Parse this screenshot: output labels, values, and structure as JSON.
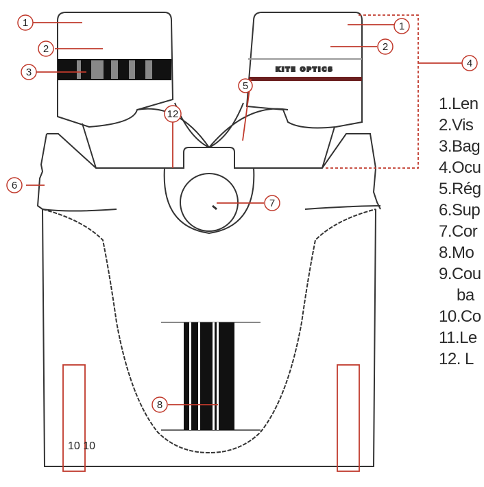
{
  "diagram": {
    "brand_text": "KITE OPTICS",
    "accent_color": "#c0392b",
    "callouts": [
      {
        "id": "1",
        "label": "1"
      },
      {
        "id": "1",
        "label": "1"
      },
      {
        "id": "2",
        "label": "2"
      },
      {
        "id": "2",
        "label": "2"
      },
      {
        "id": "3",
        "label": "3"
      },
      {
        "id": "4",
        "label": "4"
      },
      {
        "id": "5",
        "label": "5"
      },
      {
        "id": "6",
        "label": "6"
      },
      {
        "id": "7",
        "label": "7"
      },
      {
        "id": "8",
        "label": "8"
      },
      {
        "id": "12",
        "label": "12"
      }
    ],
    "strap_label": "10 10"
  },
  "legend": {
    "items": [
      {
        "text": "1.Len"
      },
      {
        "text": "2.Vis"
      },
      {
        "text": "3.Bag"
      },
      {
        "text": "4.Ocu"
      },
      {
        "text": "5.Rég"
      },
      {
        "text": "6.Sup"
      },
      {
        "text": "7.Cor"
      },
      {
        "text": "8.Mo"
      },
      {
        "text": "9.Cou"
      },
      {
        "text": "ba"
      },
      {
        "text": "10.Co"
      },
      {
        "text": "11.Le"
      },
      {
        "text": "12. L"
      }
    ]
  }
}
